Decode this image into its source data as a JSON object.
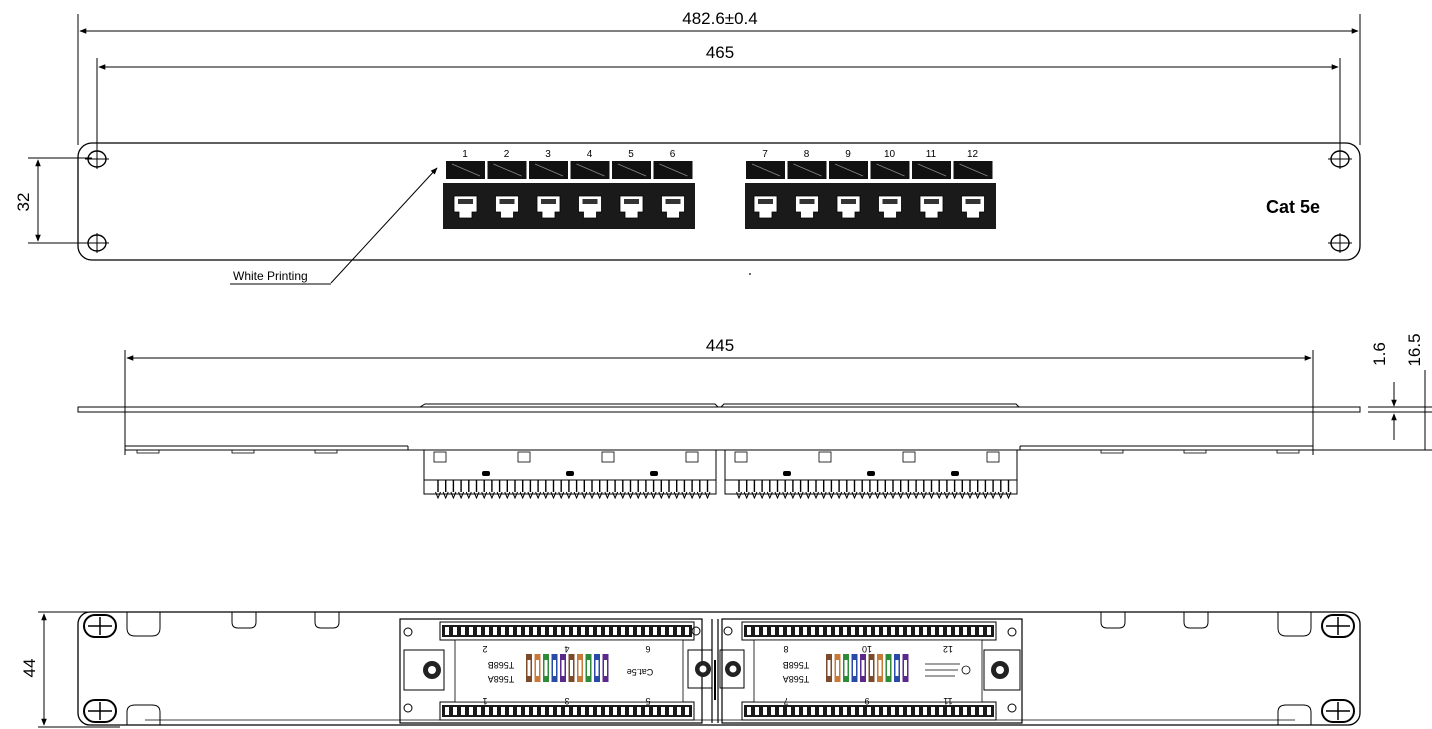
{
  "dimensions": {
    "overall_width": "482.6±0.4",
    "hole_spacing": "465",
    "front_height": "32",
    "depth_width": "445",
    "thickness": "1.6",
    "depth": "16.5",
    "rear_height": "44"
  },
  "front_panel": {
    "port_numbers": [
      "1",
      "2",
      "3",
      "4",
      "5",
      "6",
      "7",
      "8",
      "9",
      "10",
      "11",
      "12"
    ],
    "callout_label": "White Printing",
    "brand_label": "Cat 5e"
  },
  "rear_panel": {
    "module_left": {
      "standard_a": "T568A",
      "standard_b": "T568B",
      "cat_label": "Cat.5e",
      "numbers_top": [
        "2",
        "4",
        "6"
      ],
      "numbers_bottom": [
        "1",
        "3",
        "5"
      ]
    },
    "module_right": {
      "standard_a": "T568A",
      "standard_b": "T568B",
      "numbers_top": [
        "8",
        "10",
        "12"
      ],
      "numbers_bottom": [
        "7",
        "9",
        "11"
      ]
    }
  },
  "colors": {
    "line": "#000000",
    "port_fill": "#111111",
    "background": "#ffffff"
  }
}
